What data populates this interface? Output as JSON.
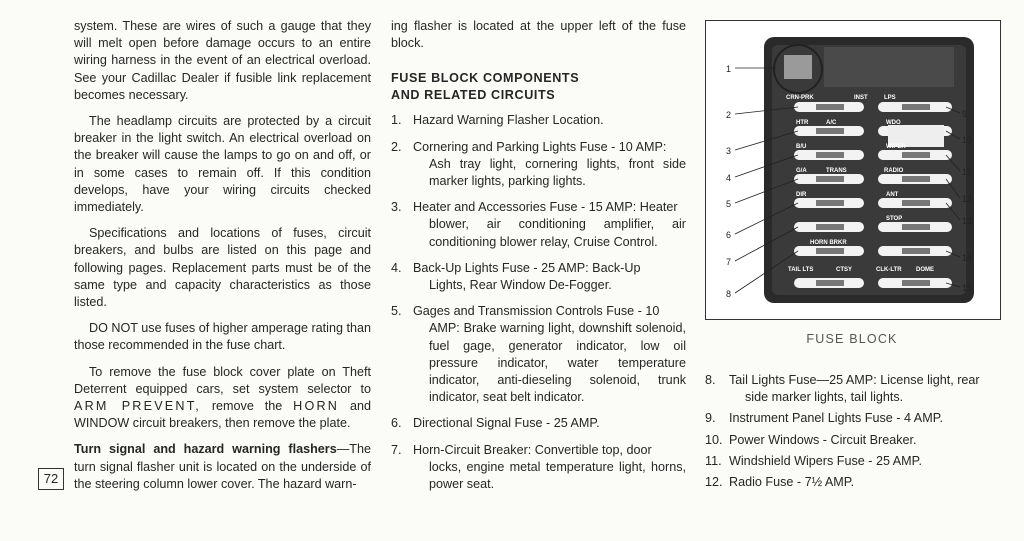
{
  "column1": {
    "p1": "system. These are wires of such a gauge that they will melt open before damage occurs to an entire wiring harness in the event of an electrical overload. See your Cadillac Dealer if fusible link replacement becomes necessary.",
    "p2": "The headlamp circuits are protected by a circuit breaker in the light switch. An electrical overload on the breaker will cause the lamps to go on and off, or in some cases to remain off. If this condition develops, have your wiring circuits checked immediately.",
    "p3": "Specifications and locations of fuses, circuit breakers, and bulbs are listed on this page and following pages. Replacement parts must be of the same type and capacity characteristics as those listed.",
    "p4": "DO NOT use fuses of higher amperage rating than those recommended in the fuse chart.",
    "p5_a": "To remove the fuse block cover plate on Theft Deterrent equipped cars, set system selector to",
    "p5_arm": "ARM PREVENT,",
    "p5_b": "remove the",
    "p5_horn": "HORN",
    "p5_c": "and",
    "p5_window": "WINDOW",
    "p5_d": "circuit breakers, then remove the plate.",
    "p6_bold": "Turn signal and hazard warning flashers",
    "p6_rest": "—The turn signal flasher unit is located on the underside of the steering column lower cover. The hazard warn-"
  },
  "page_number": "72",
  "column2": {
    "intro": "ing flasher is located at the upper left of the fuse block.",
    "heading_line1": "FUSE BLOCK COMPONENTS",
    "heading_line2": "AND RELATED CIRCUITS",
    "items": [
      {
        "num": "1.",
        "first": "Hazard Warning Flasher Location.",
        "rest": ""
      },
      {
        "num": "2.",
        "first": "Cornering and Parking Lights Fuse - 10 AMP:",
        "rest": "Ash tray light, cornering lights, front side marker lights, parking lights."
      },
      {
        "num": "3.",
        "first": "Heater and Accessories Fuse - 15 AMP: Heater",
        "rest": "blower, air conditioning amplifier, air conditioning blower relay, Cruise Control."
      },
      {
        "num": "4.",
        "first": "Back-Up Lights Fuse - 25 AMP: Back-Up",
        "rest": "Lights, Rear Window De-Fogger."
      },
      {
        "num": "5.",
        "first": "Gages and Transmission Controls Fuse - 10",
        "rest": "AMP: Brake warning light, downshift solenoid, fuel gage, generator indicator, low oil pressure indicator, water temperature indicator, anti-dieseling solenoid, trunk indicator, seat belt indicator."
      },
      {
        "num": "6.",
        "first": "Directional Signal Fuse - 25 AMP.",
        "rest": ""
      },
      {
        "num": "7.",
        "first": "Horn-Circuit Breaker: Convertible top, door",
        "rest": "locks, engine metal temperature light, horns, power seat."
      }
    ]
  },
  "figure": {
    "caption": "FUSE BLOCK",
    "left_callouts": [
      "1",
      "2",
      "3",
      "4",
      "5",
      "6",
      "7",
      "8"
    ],
    "right_callouts": [
      "9",
      "10",
      "11",
      "12",
      "13",
      "14",
      "15"
    ],
    "fuse_labels": [
      "CRN-PRK",
      "INST",
      "LPS",
      "HTR",
      "A/C",
      "WDO",
      "B/U",
      "WIPER",
      "G/A",
      "TRANS",
      "RADIO",
      "DIR",
      "ANT",
      "STOP",
      "HORN BRKR",
      "TAIL LTS",
      "CTSY",
      "CLK-LTR",
      "DOME"
    ]
  },
  "column3": {
    "items": [
      {
        "num": "8.",
        "first": "Tail Lights Fuse—25 AMP: License light, rear",
        "rest": "side marker lights, tail lights."
      },
      {
        "num": "9.",
        "first": "Instrument Panel Lights Fuse - 4 AMP.",
        "rest": ""
      },
      {
        "num": "10.",
        "first": "Power Windows - Circuit Breaker.",
        "rest": ""
      },
      {
        "num": "11.",
        "first": "Windshield Wipers Fuse - 25 AMP.",
        "rest": ""
      },
      {
        "num": "12.",
        "first": "Radio Fuse - 7½ AMP.",
        "rest": ""
      }
    ]
  }
}
